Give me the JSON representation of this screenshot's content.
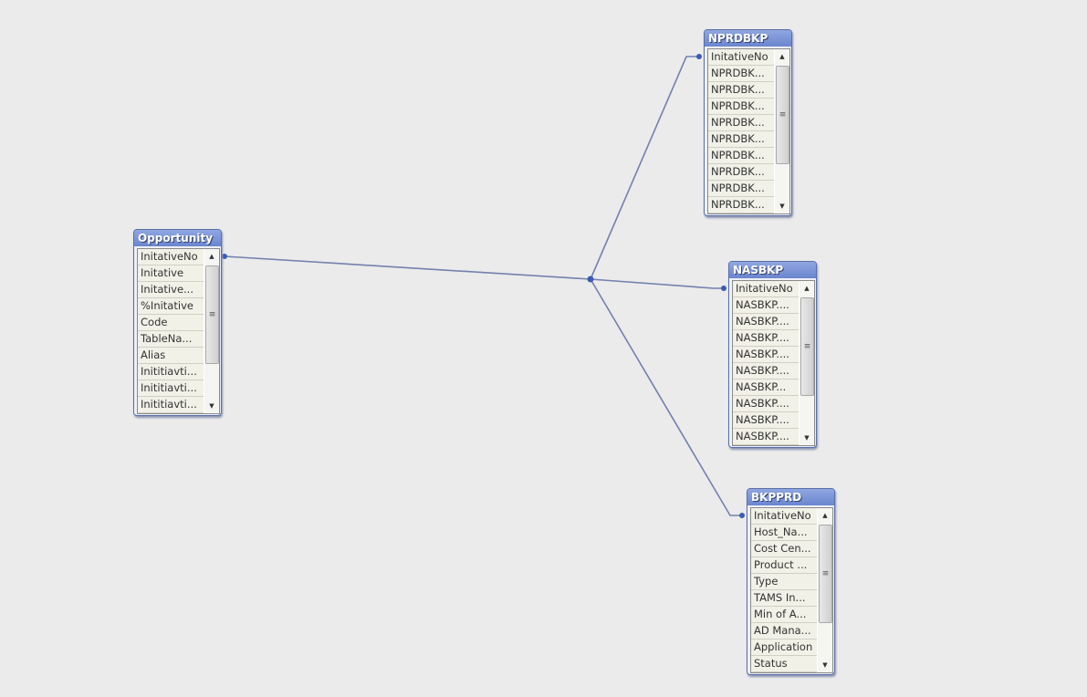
{
  "tables": [
    {
      "id": "opportunity",
      "title": "Opportunity",
      "fields": [
        "InitativeNo",
        "Initative",
        "Initative...",
        "%Initative",
        "Code",
        "TableNa...",
        "Alias",
        "Inititiavti...",
        "Inititiavti...",
        "Inititiavti..."
      ]
    },
    {
      "id": "nprdbkp",
      "title": "NPRDBKP",
      "fields": [
        "InitativeNo",
        "NPRDBK...",
        "NPRDBK...",
        "NPRDBK...",
        "NPRDBK...",
        "NPRDBK...",
        "NPRDBK...",
        "NPRDBK...",
        "NPRDBK...",
        "NPRDBK..."
      ]
    },
    {
      "id": "nasbkp",
      "title": "NASBKP",
      "fields": [
        "InitativeNo",
        "NASBKP....",
        "NASBKP....",
        "NASBKP....",
        "NASBKP....",
        "NASBKP....",
        "NASBKP...",
        "NASBKP....",
        "NASBKP....",
        "NASBKP...."
      ]
    },
    {
      "id": "bkpprd",
      "title": "BKPPRD",
      "fields": [
        "InitativeNo",
        "Host_Na...",
        "Cost Cen...",
        "Product ...",
        "Type",
        "TAMS In...",
        "Min of A...",
        "AD Mana...",
        "Application",
        "Status"
      ]
    }
  ],
  "link_color": "#7381ad"
}
